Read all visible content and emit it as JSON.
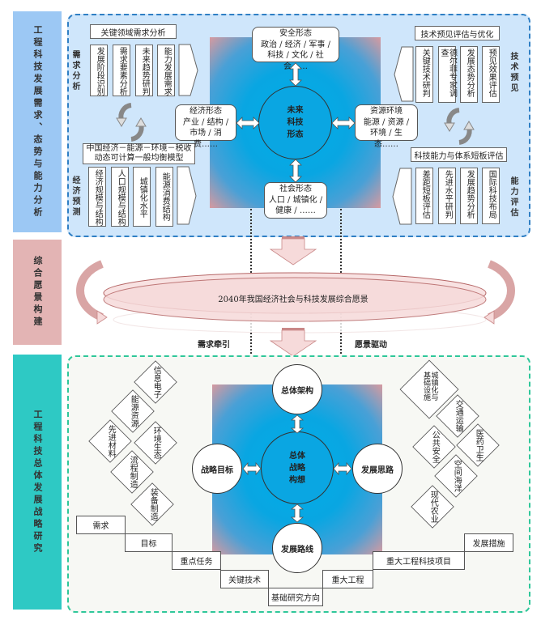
{
  "side_labels": {
    "top": "工程科技发展需求、态势与能力分析",
    "middle": "综合愿景构建",
    "bottom": "工程科技总体发展战略研究"
  },
  "colors": {
    "top_side": "#9cc8f4",
    "middle_side": "#e3b4b4",
    "bottom_side": "#2ec9c4",
    "top_panel_bg": "#cfe6fb",
    "top_panel_border": "#2f7fc4",
    "bottom_panel_bg": "#f7f8f4",
    "bottom_panel_border": "#2fc79a",
    "vision_ellipse": "#f6dada",
    "vision_border": "#b56565"
  },
  "top": {
    "demand": {
      "header": "关键领域需求分析",
      "label": "需求分析",
      "items": [
        "发展阶段识别",
        "需求要素分析",
        "未来趋势研判",
        "能力发展需求"
      ]
    },
    "economy": {
      "header": "中国经济－能源－环境－税收动态可计算一般均衡模型",
      "header_line1": "中国经济－能源－环境－税收",
      "header_line2": "动态可计算一般均衡模型",
      "label": "经济预测",
      "items": [
        "经济规模与结构",
        "人口规模与结构",
        "城镇化水平",
        "能源消费结构"
      ]
    },
    "tech_foresight": {
      "header": "技术预见评估与优化",
      "label": "技术预见",
      "items": [
        "关键技术研判",
        "德尔菲专家调查",
        "发展态势分析",
        "预见效果评估"
      ]
    },
    "capability": {
      "header": "科技能力与体系短板评估",
      "label": "能力评估",
      "items": [
        "差距短板评估",
        "先进水平研判",
        "发展趋势分析",
        "国际科技布局"
      ]
    },
    "center": {
      "core": [
        "未来",
        "科技",
        "形态"
      ],
      "security": {
        "title": "安全形态",
        "line2": "政治 / 经济 / 军事 /",
        "line3": "科技 / 文化 / 社会……"
      },
      "economic": {
        "title": "经济形态",
        "line2": "产业 / 结构 /",
        "line3": "市场 / 消费……"
      },
      "resource": {
        "title": "资源环境",
        "line2": "能源 / 资源 /",
        "line3": "环境 / 生态……"
      },
      "social": {
        "title": "社会形态",
        "line2": "人口 / 城镇化 /",
        "line3": "健康 / ……"
      }
    }
  },
  "middle": {
    "vision": "2040年我国经济社会与科技发展综合愿景",
    "left_driver": "需求牵引",
    "right_driver": "愿景驱动"
  },
  "bottom": {
    "center": {
      "core": [
        "总体",
        "战略",
        "构想"
      ],
      "top": "总体架构",
      "left": "战略目标",
      "right": "发展思路",
      "bottom": "发展路线"
    },
    "left_domains": [
      "信息电子",
      "能源资源",
      "先进材料",
      "环境生态",
      "流程制造",
      "装备制造"
    ],
    "right_domains": [
      "城镇化与基础设施",
      "交通运输",
      "公共安全",
      "医药卫生",
      "空间海洋",
      "现代农业"
    ],
    "steps_down": [
      "需求",
      "目标",
      "重点任务",
      "关键技术",
      "基础研究方向"
    ],
    "steps_up": [
      "重大工程",
      "重大工程科技项目",
      "发展措施"
    ]
  }
}
